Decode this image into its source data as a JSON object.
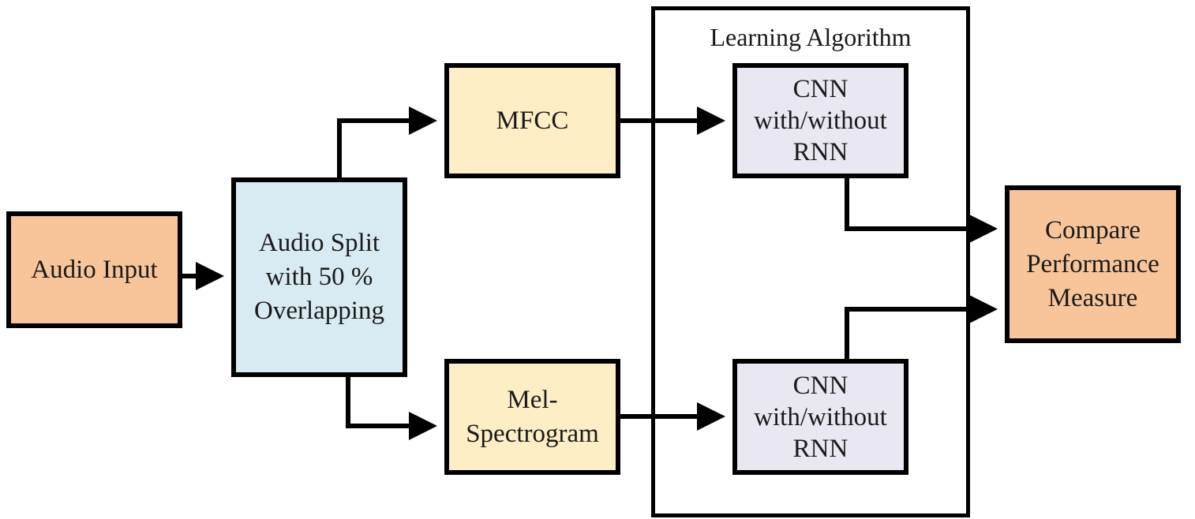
{
  "colors": {
    "input_output": "#f8c59a",
    "split": "#d9ebf2",
    "feature": "#fdeec6",
    "model": "#e9e8f2",
    "stroke": "#000000"
  },
  "nodes": {
    "audio_input": {
      "lines": [
        "Audio Input"
      ]
    },
    "audio_split": {
      "lines": [
        "Audio Split",
        "with 50 %",
        "Overlapping"
      ]
    },
    "mfcc": {
      "lines": [
        "MFCC"
      ]
    },
    "mel": {
      "lines": [
        "Mel-",
        "Spectrogram"
      ]
    },
    "cnn_top": {
      "lines": [
        "CNN",
        "with/without",
        "RNN"
      ]
    },
    "cnn_bottom": {
      "lines": [
        "CNN",
        "with/without",
        "RNN"
      ]
    },
    "compare": {
      "lines": [
        "Compare",
        "Performance",
        "Measure"
      ]
    }
  },
  "group": {
    "title": "Learning Algorithm"
  },
  "edges": [
    {
      "from": "audio_input",
      "to": "audio_split"
    },
    {
      "from": "audio_split",
      "to": "mfcc"
    },
    {
      "from": "audio_split",
      "to": "mel"
    },
    {
      "from": "mfcc",
      "to": "cnn_top"
    },
    {
      "from": "mel",
      "to": "cnn_bottom"
    },
    {
      "from": "cnn_top",
      "to": "compare"
    },
    {
      "from": "cnn_bottom",
      "to": "compare"
    }
  ]
}
